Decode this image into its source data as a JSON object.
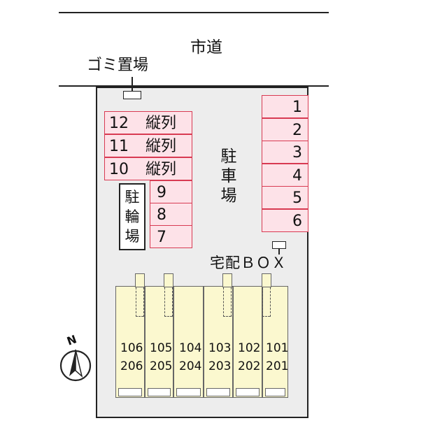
{
  "road_label": "市道",
  "garbage_label": "ゴミ置場",
  "parking_label": "駐車場",
  "bike_label": "駐輪場",
  "delivery_label": "宅配ＢＯＸ",
  "compass_label": "N",
  "parking_right": [
    "1",
    "2",
    "3",
    "4",
    "5",
    "6"
  ],
  "parking_left": [
    {
      "num": "12",
      "note": "縦列"
    },
    {
      "num": "11",
      "note": "縦列"
    },
    {
      "num": "10",
      "note": "縦列"
    }
  ],
  "parking_small": [
    "9",
    "8",
    "7"
  ],
  "units_upper": [
    "106",
    "105",
    "104",
    "103",
    "102",
    "101"
  ],
  "units_lower": [
    "206",
    "205",
    "204",
    "203",
    "202",
    "201"
  ],
  "colors": {
    "parking_fill": "#fde2e8",
    "parking_border": "#d83a52",
    "unit_fill": "#fbf8cf",
    "site_fill": "#ededed"
  }
}
